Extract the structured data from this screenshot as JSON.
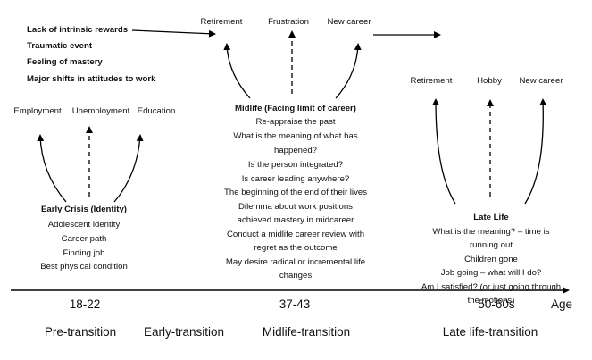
{
  "factors": [
    "Lack of intrinsic rewards",
    "Traumatic event",
    "Feeling of mastery",
    "Major shifts in attitudes to work"
  ],
  "early": {
    "outcomes": [
      "Employment",
      "Unemployment",
      "Education"
    ],
    "title": "Early Crisis (Identity)",
    "items": [
      "Adolescent identity",
      "Career path",
      "Finding job",
      "Best physical condition"
    ]
  },
  "midlife": {
    "outcomes": [
      "Retirement",
      "Frustration",
      "New career"
    ],
    "title": "Midlife (Facing limit of career)",
    "lines": [
      "Re-appraise the past",
      "What is the meaning of what has",
      "happened?",
      "Is the person integrated?",
      "Is career leading anywhere?",
      "The beginning of the end of their lives",
      "Dilemma about work positions",
      "achieved mastery in midcareer",
      "Conduct a midlife career review with",
      "regret as the outcome",
      "May desire radical or incremental life",
      "changes"
    ]
  },
  "late": {
    "outcomes": [
      "Retirement",
      "Hobby",
      "New career"
    ],
    "title": "Late Life",
    "lines": [
      "What is the meaning? – time is",
      "running out",
      "Children gone",
      "Job going – what will I do?",
      "Am I satisfied? (or just going through",
      "the motions)"
    ]
  },
  "axis": {
    "label": "Age",
    "ticks": [
      "18-22",
      "37-43",
      "50-60s"
    ]
  },
  "stages": [
    "Pre-transition",
    "Early-transition",
    "Midlife-transition",
    "Late life-transition"
  ]
}
